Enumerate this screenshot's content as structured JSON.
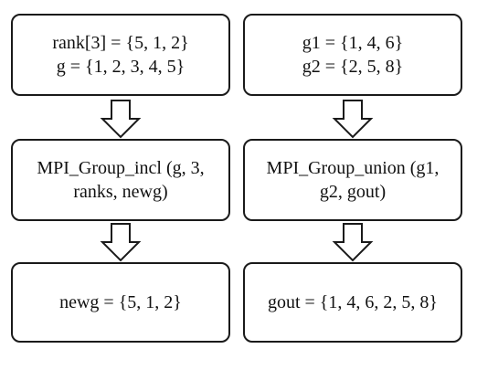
{
  "left_column": {
    "box1": {
      "line1": "rank[3] = {5, 1, 2}",
      "line2": "g = {1, 2, 3, 4, 5}"
    },
    "box2": {
      "text": "MPI_Group_incl (g, 3, ranks, newg)"
    },
    "box3": {
      "text": "newg = {5, 1, 2}"
    }
  },
  "right_column": {
    "box1": {
      "line1": "g1 = {1, 4, 6}",
      "line2": "g2 = {2, 5, 8}"
    },
    "box2": {
      "text": "MPI_Group_union (g1, g2, gout)"
    },
    "box3": {
      "text": "gout = {1, 4, 6, 2, 5, 8}"
    }
  },
  "colors": {
    "stroke": "#1a1a1a",
    "fill": "#ffffff",
    "text": "#111111"
  },
  "icons": {
    "arrow": "hollow-down-arrow-icon"
  }
}
